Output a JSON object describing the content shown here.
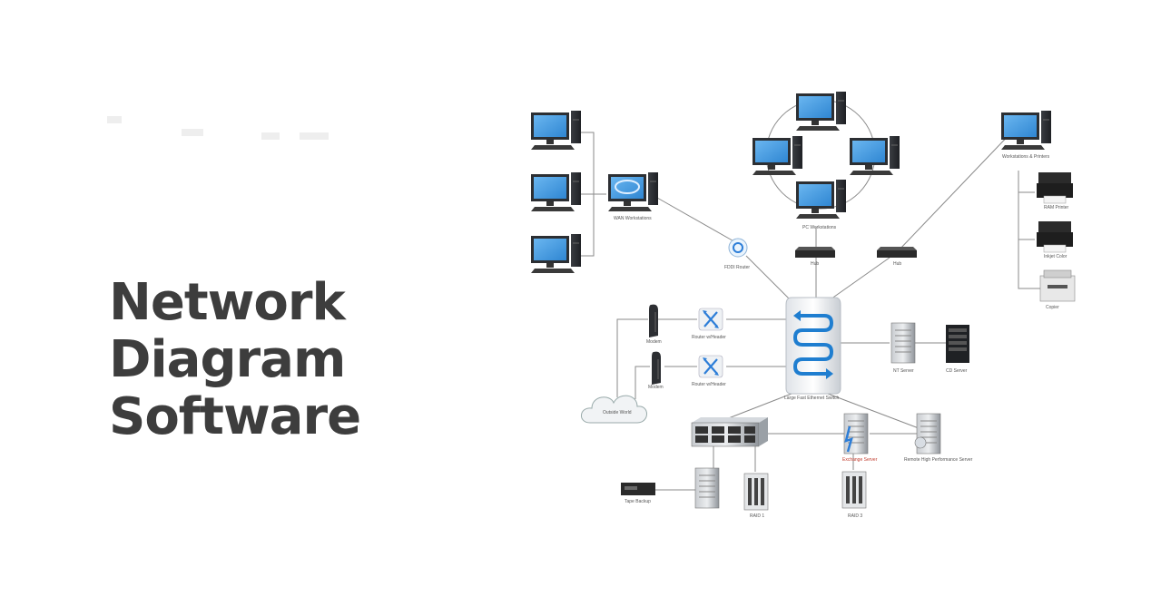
{
  "title_lines": [
    "Network",
    "Diagram",
    "Software"
  ],
  "labels": {
    "wan": "WAN Workstations",
    "pc": "PC Workstations",
    "wsp": "Workstations & Printers",
    "fddi": "FDDI Router",
    "hub1": "Hub",
    "hub2": "Hub",
    "printer1": "RAM Printer",
    "printer2": "Inkjet Color",
    "copier": "Copier",
    "modem1": "Modem",
    "modem2": "Modem",
    "router1": "Router w/Header",
    "router2": "Router w/Header",
    "switch": "Large Fast Ethernet Switch",
    "ntserver": "NT Server",
    "cdserver": "CD Server",
    "outside": "Outside World",
    "tape": "Tape Backup",
    "raid1": "RAID 1",
    "raid3": "RAID 3",
    "exchange": "Exchange Server",
    "remote": "Remote High Performance Server"
  },
  "colors": {
    "title": "#3d3d3d",
    "screen": "#3b8fd6",
    "switch_arrow": "#1f7ed0",
    "accent_red": "#c0392b"
  }
}
